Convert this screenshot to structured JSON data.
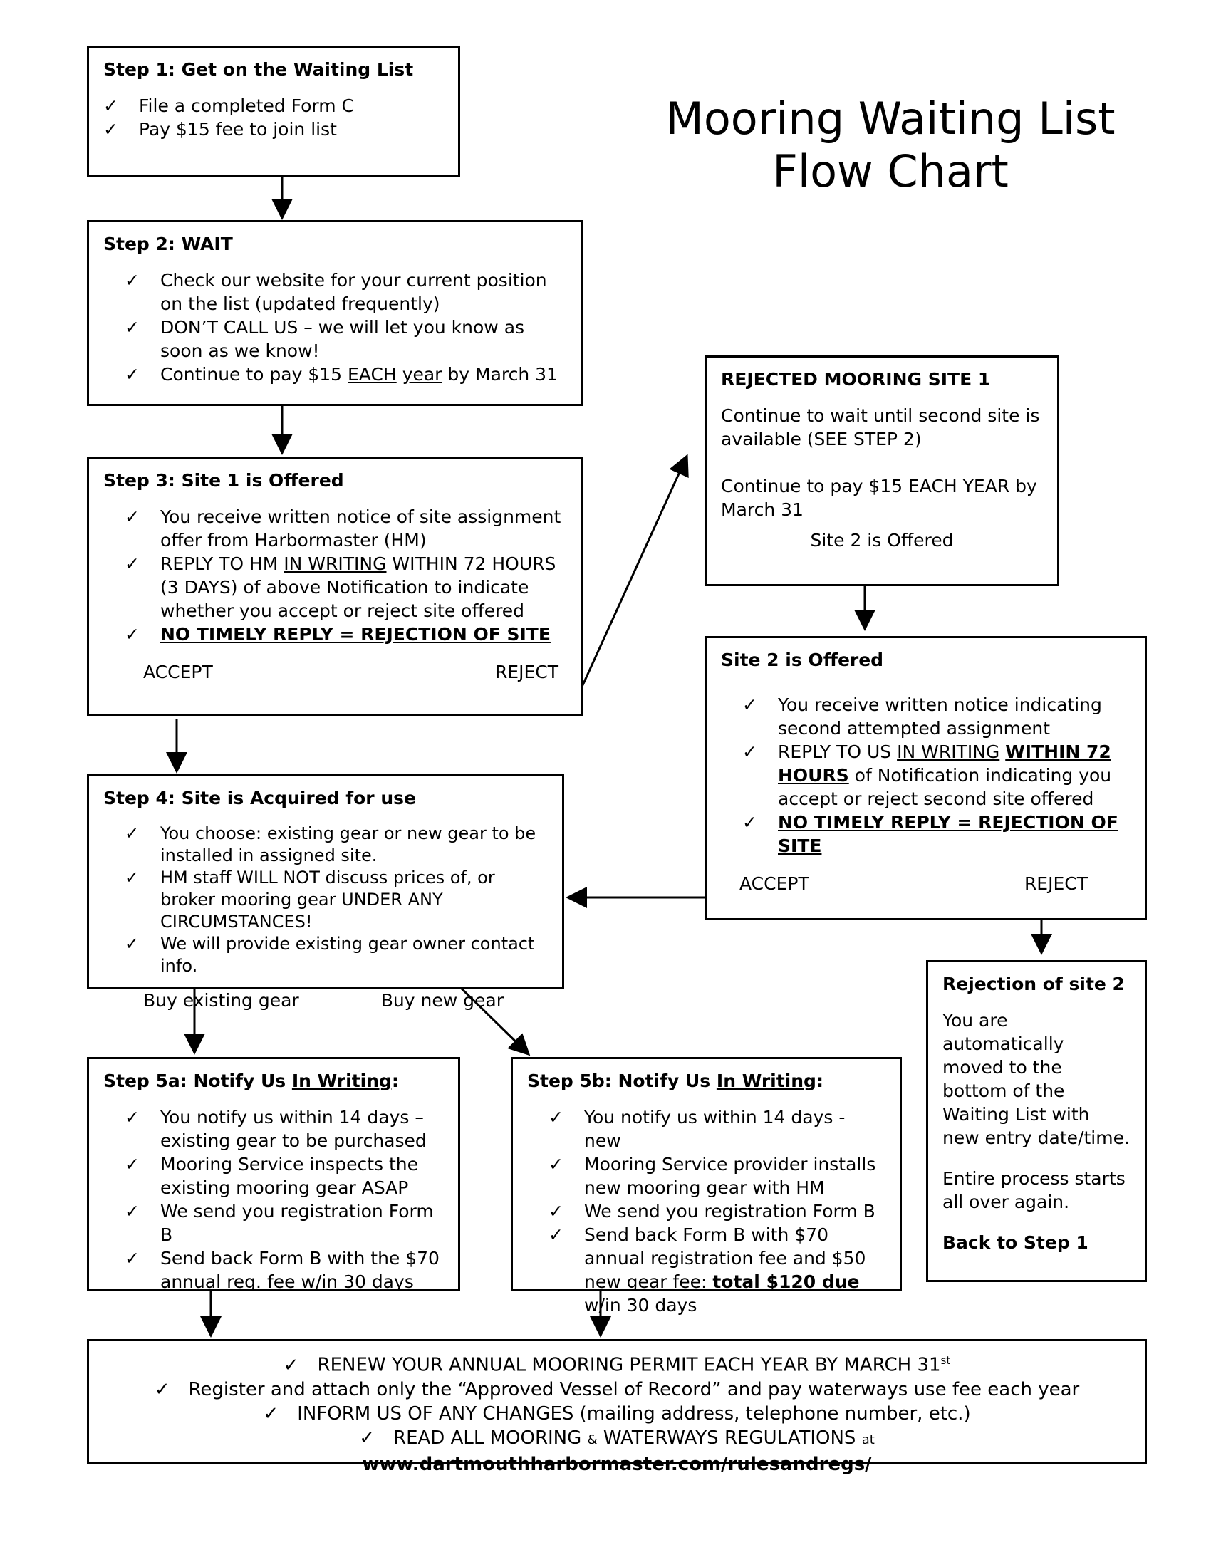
{
  "title_line1": "Mooring Waiting List",
  "title_line2": "Flow Chart",
  "step1": {
    "title": "Step 1:  Get on the Waiting List",
    "items": [
      "File a completed Form C",
      "Pay $15 fee to join list"
    ]
  },
  "step2": {
    "title": "Step 2: WAIT",
    "item1": "Check our website for your current position on the list (updated frequently)",
    "item2": "DON’T CALL US – we will let you know as soon as we know!",
    "item3_pre": "Continue to pay $15 ",
    "item3_each": "EACH",
    "item3_year": "year",
    "item3_post": " by March 31"
  },
  "step3": {
    "title": "Step 3: Site 1 is Offered",
    "item1": "You receive written notice of site assignment offer from Harbormaster (HM)",
    "item2_pre": "REPLY TO HM ",
    "item2_u": "IN WRITING",
    "item2_post": " WITHIN 72 HOURS (3 DAYS) of above Notification to indicate whether you accept or reject site offered",
    "item3": "NO TIMELY REPLY = REJECTION OF SITE",
    "accept": "ACCEPT",
    "reject": "REJECT"
  },
  "rejected1": {
    "title": "REJECTED MOORING SITE 1",
    "para1": "Continue to wait until second site is available (SEE STEP 2)",
    "para2": "Continue to pay $15 EACH YEAR by March 31",
    "para3": "Site 2 is Offered"
  },
  "site2": {
    "title": "Site 2 is Offered",
    "item1": "You receive written notice indicating second attempted assignment",
    "item2_pre": "REPLY TO US ",
    "item2_u": "IN WRITING",
    "item2_sp": " ",
    "item2_bu1": "WITHIN 72",
    "item2_bu2": "HOURS",
    "item2_post": " of Notification indicating you accept or reject second site offered",
    "item3": "NO TIMELY REPLY = REJECTION OF SITE",
    "accept": "ACCEPT",
    "reject": "REJECT"
  },
  "step4": {
    "title": "Step 4:  Site is Acquired for use",
    "items": [
      "You choose: existing gear or new gear to be installed in assigned site.",
      "HM staff WILL NOT discuss prices of, or broker mooring gear UNDER ANY CIRCUMSTANCES!",
      "We will provide existing gear owner contact info."
    ],
    "buy_existing": "Buy existing gear",
    "buy_new": "Buy new gear"
  },
  "rejection2": {
    "title": "Rejection of site 2",
    "para1": "You are automatically moved to the bottom of the Waiting List with new entry date/time.",
    "para2": "Entire process starts all over again.",
    "para3": "Back to Step 1"
  },
  "step5a": {
    "title_pre": "Step 5a:  Notify Us ",
    "title_u": "In Writing",
    "title_post": ":",
    "items": [
      "You notify us within 14 days – existing gear to be purchased",
      "Mooring Service inspects the existing mooring gear ASAP",
      "We send you registration Form B",
      "Send back Form B with the $70 annual reg. fee w/in 30 days"
    ]
  },
  "step5b": {
    "title_pre": "Step 5b:  Notify Us ",
    "title_u": "In Writing",
    "title_post": ":",
    "items": [
      "You notify us within 14 days - new",
      "Mooring Service provider installs new mooring gear with HM",
      "We send you registration Form B"
    ],
    "item4_pre": "Send back Form B with $70 annual registration fee and $50 new gear fee: ",
    "item4_bu": "total $120 due ",
    "item4_post": "w/in 30 days"
  },
  "final": {
    "line1_pre": "RENEW YOUR ANNUAL MOORING PERMIT EACH YEAR BY MARCH 31",
    "line1_sup": "st",
    "line2": "Register and attach only the “Approved Vessel of Record” and pay waterways use fee each year",
    "line3": "INFORM US OF ANY CHANGES (mailing address, telephone number, etc.)",
    "line4_pre": "READ ALL MOORING ",
    "line4_amp": "&",
    "line4_mid": " WATERWAYS REGULATIONS ",
    "line4_at": "at",
    "line4_url": "www.dartmouthharbormaster.com/rulesandregs/"
  }
}
